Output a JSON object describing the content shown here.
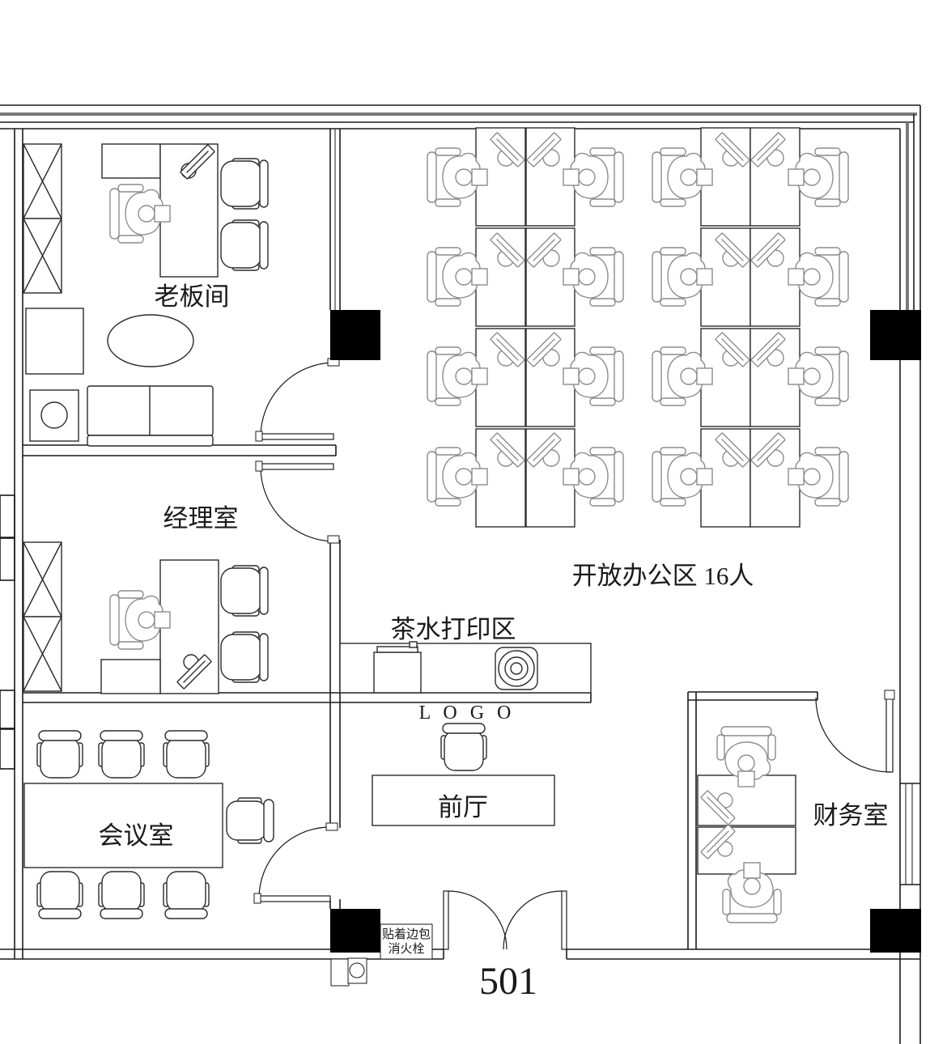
{
  "floorplan": {
    "unit_number": "501",
    "rooms": {
      "boss_office": {
        "label": "老板间"
      },
      "manager_office": {
        "label": "经理室"
      },
      "meeting_room": {
        "label": "会议室"
      },
      "open_office": {
        "label": "开放办公区  16人",
        "capacity": 16,
        "workstations": 16
      },
      "tea_print_area": {
        "label": "茶水打印区"
      },
      "reception": {
        "label": "前厅",
        "logo_label": "L O G O"
      },
      "finance_office": {
        "label": "财务室"
      }
    },
    "notes": {
      "fire_hydrant_line1": "贴着边包",
      "fire_hydrant_line2": "消火栓"
    },
    "colors": {
      "wall_line": "#1a1a1a",
      "soft_furniture_line": "#8c8c8c",
      "column_fill": "#000000",
      "background": "#ffffff"
    }
  }
}
